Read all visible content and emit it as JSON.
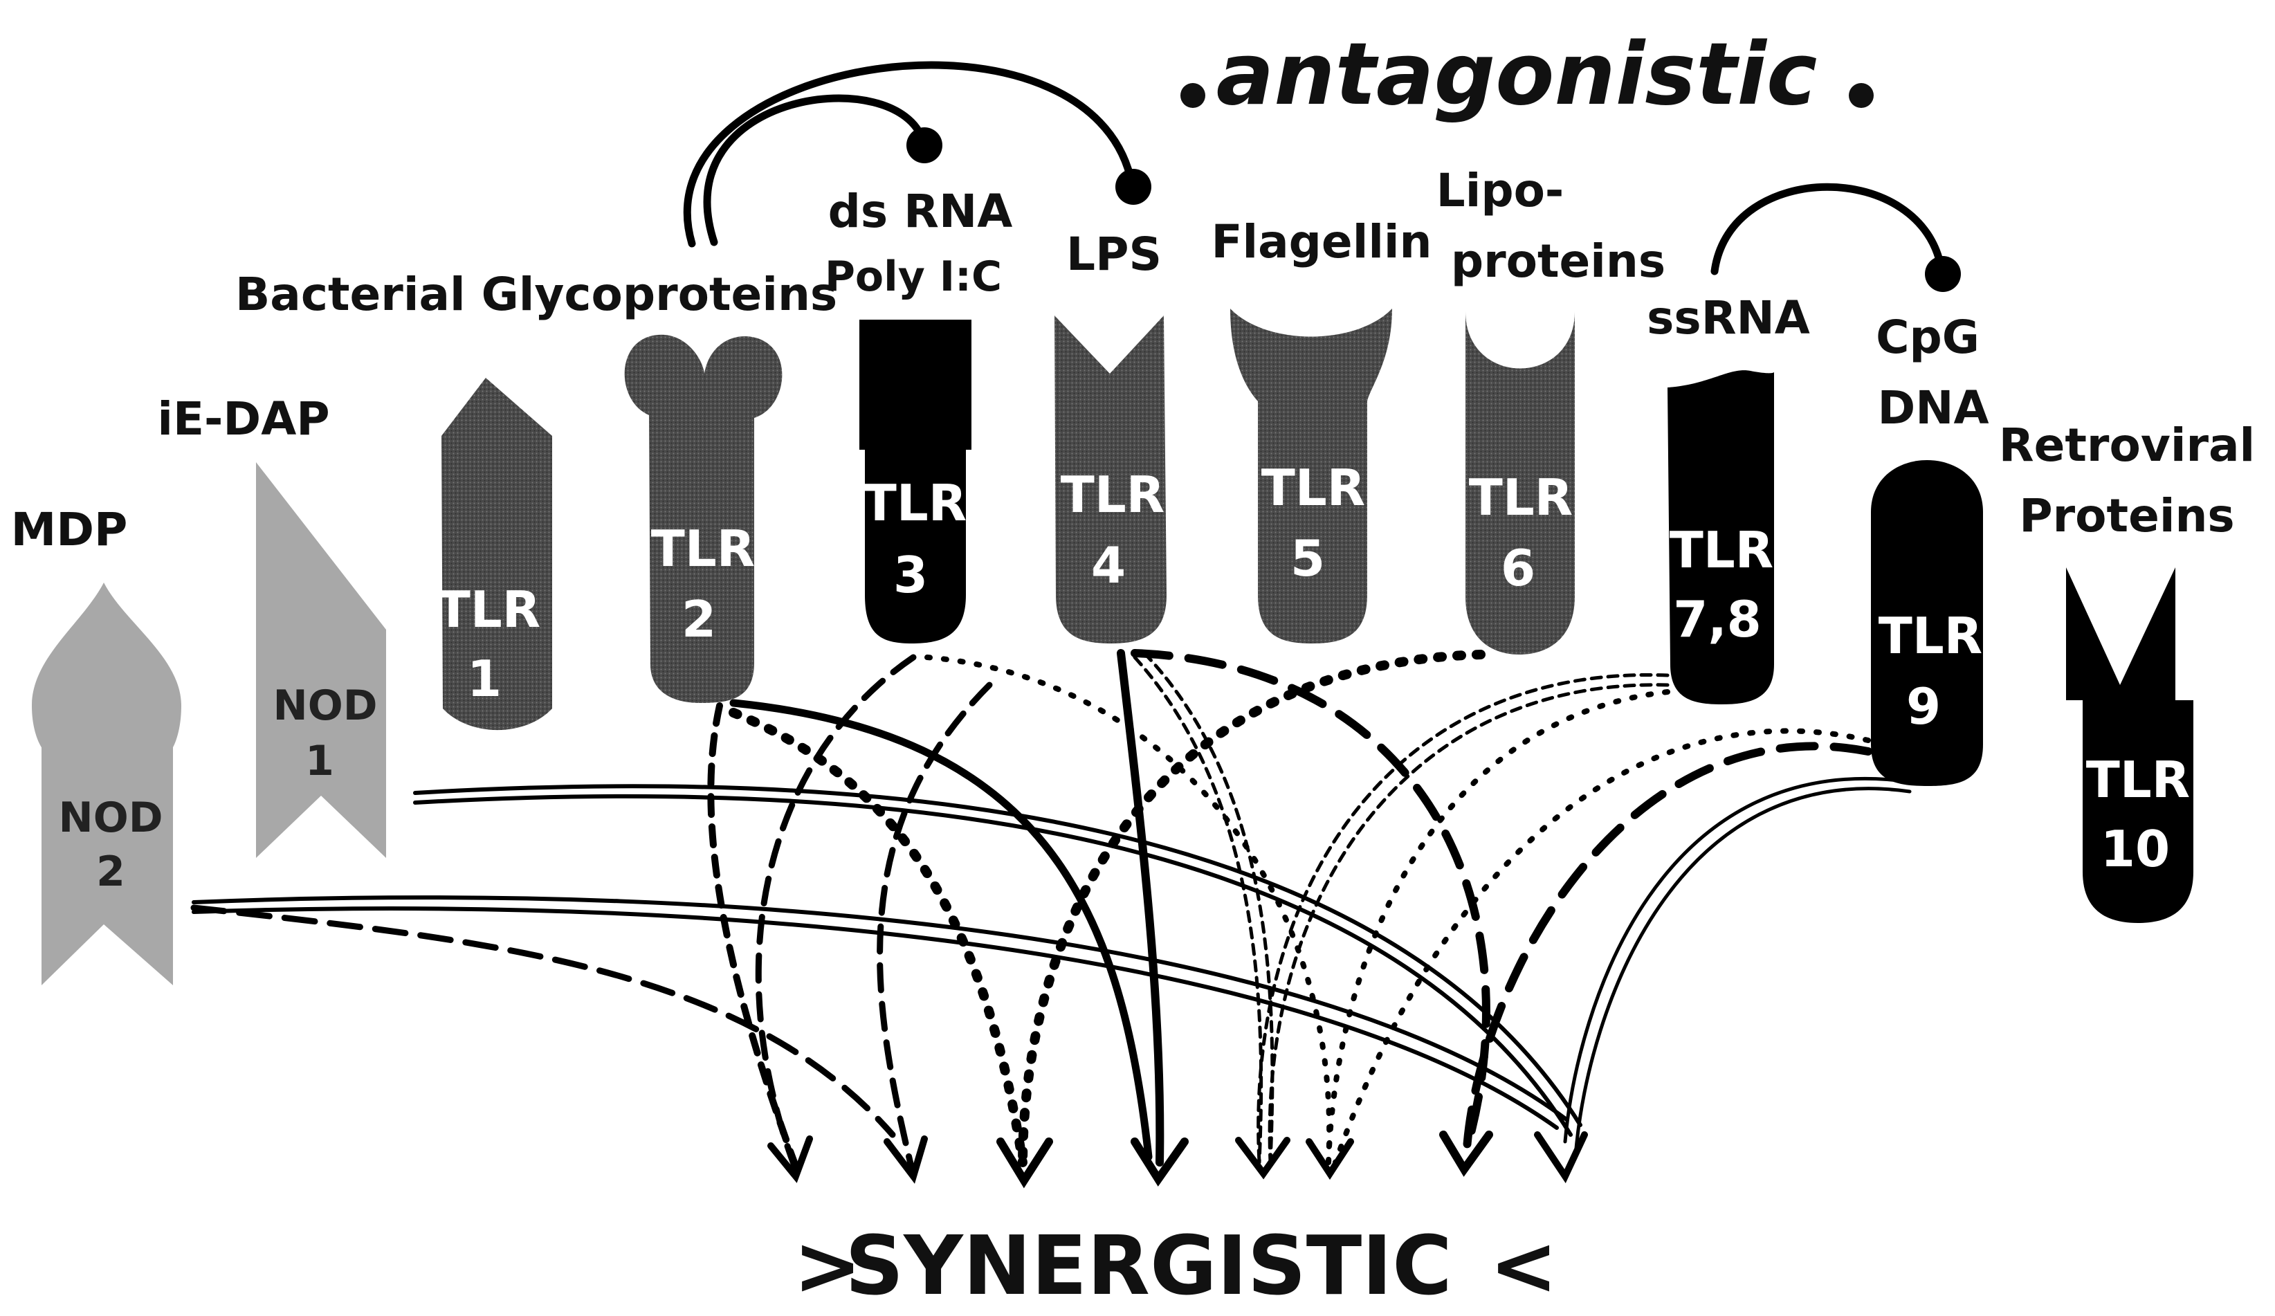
{
  "title_antagonistic": "antagonistic",
  "title_synergistic": "SYNERGISTIC",
  "synergistic_left_mark": ">",
  "synergistic_right_mark": "<",
  "ligands": {
    "mdp": "MDP",
    "ie_dap": "iE-DAP",
    "bacterial_glycoproteins": "Bacterial Glycoproteins",
    "ds_rna_line1": "ds RNA",
    "ds_rna_line2": "Poly I:C",
    "lps": "LPS",
    "flagellin": "Flagellin",
    "lipoproteins_line1": "Lipo-",
    "lipoproteins_line2": "proteins",
    "ssrna": "ssRNA",
    "cpg_line1": "CpG",
    "cpg_line2": "DNA",
    "retroviral_line1": "Retroviral",
    "retroviral_line2": "Proteins"
  },
  "receptors": {
    "nod2": {
      "line1": "NOD",
      "line2": "2"
    },
    "nod1": {
      "line1": "NOD",
      "line2": "1"
    },
    "tlr1": {
      "line1": "TLR",
      "line2": "1"
    },
    "tlr2": {
      "line1": "TLR",
      "line2": "2"
    },
    "tlr3": {
      "line1": "TLR",
      "line2": "3"
    },
    "tlr4": {
      "line1": "TLR",
      "line2": "4"
    },
    "tlr5": {
      "line1": "TLR",
      "line2": "5"
    },
    "tlr6": {
      "line1": "TLR",
      "line2": "6"
    },
    "tlr78": {
      "line1": "TLR",
      "line2": "7,8"
    },
    "tlr9": {
      "line1": "TLR",
      "line2": "9"
    },
    "tlr10": {
      "line1": "TLR",
      "line2": "10"
    }
  },
  "colors": {
    "tlr_stippled": "#4a4a4a",
    "tlr_black": "#000000",
    "nod_gray": "#a8a8a8"
  }
}
